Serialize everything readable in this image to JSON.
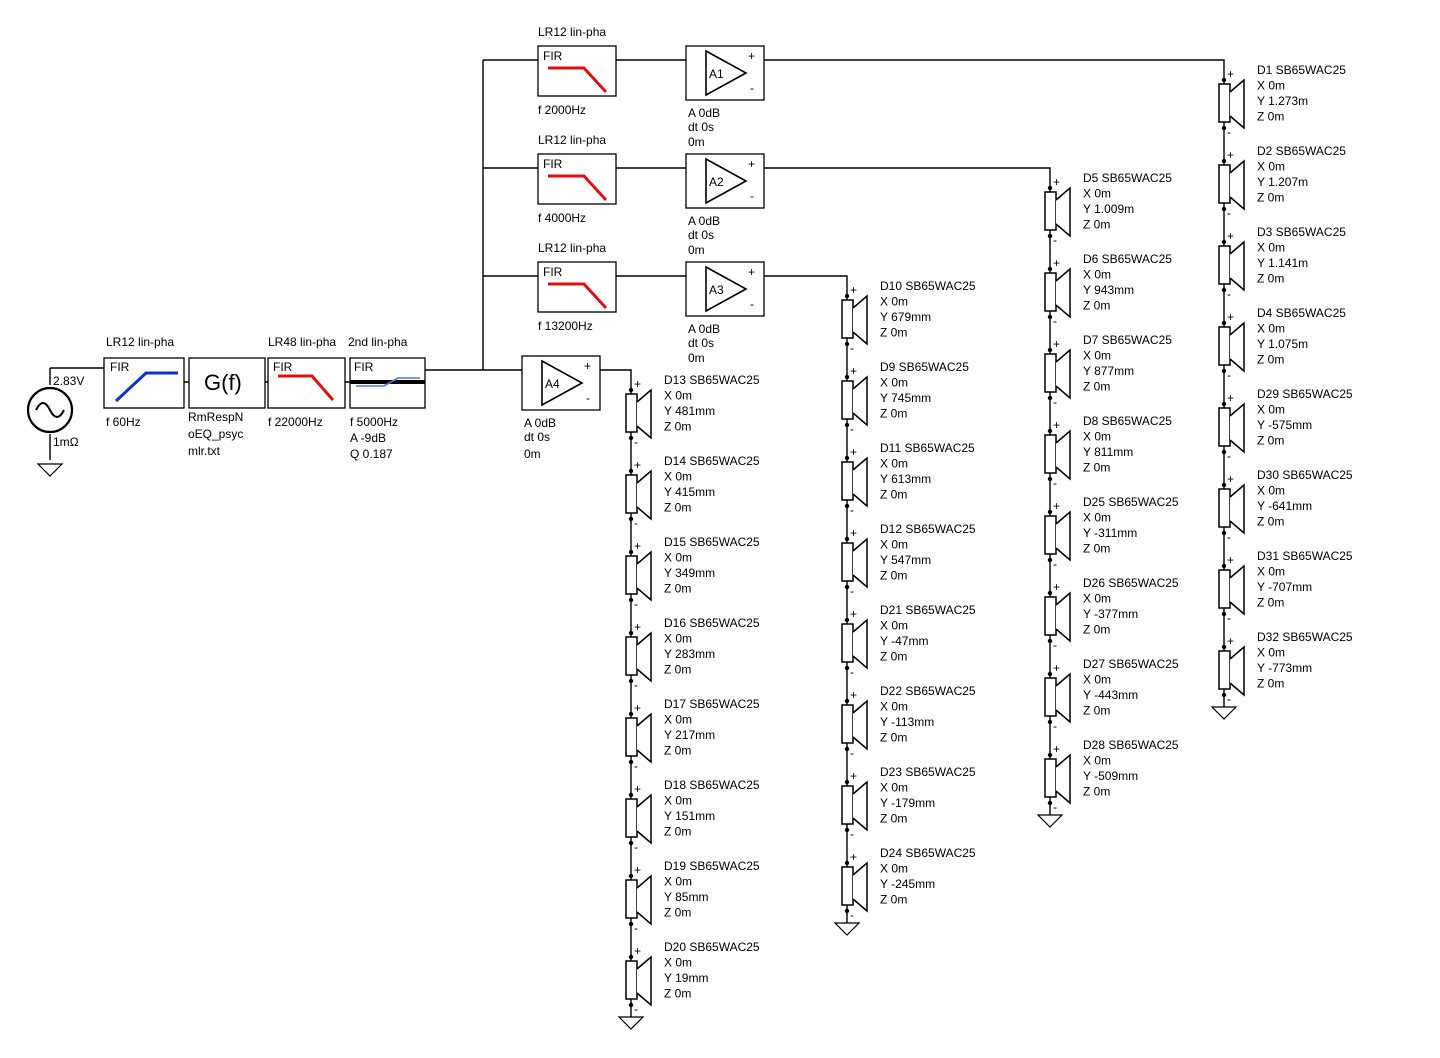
{
  "source": {
    "voltage": "2.83V",
    "resistance": "1mΩ"
  },
  "hp_filter": {
    "title": "LR12 lin-pha",
    "type": "FIR",
    "freq": "f   60Hz"
  },
  "eq_block": {
    "symbol": "G(f)",
    "file": [
      "RmRespN",
      "oEQ_psyc",
      "mlr.txt"
    ]
  },
  "lp_filter_main": {
    "title": "LR48 lin-pha",
    "type": "FIR",
    "freq": "f   22000Hz"
  },
  "shelf_filter": {
    "title": "2nd lin-pha",
    "type": "FIR",
    "params": [
      "f   5000Hz",
      "A   -9dB",
      "Q  0.187"
    ]
  },
  "branch_filters": [
    {
      "title": "LR12 lin-pha",
      "type": "FIR",
      "freq": "f   2000Hz"
    },
    {
      "title": "LR12 lin-pha",
      "type": "FIR",
      "freq": "f   4000Hz"
    },
    {
      "title": "LR12 lin-pha",
      "type": "FIR",
      "freq": "f   13200Hz"
    }
  ],
  "amplifiers": [
    {
      "label": "A1",
      "params": [
        "A   0dB",
        "dt  0s",
        "       0m"
      ]
    },
    {
      "label": "A2",
      "params": [
        "A   0dB",
        "dt  0s",
        "       0m"
      ]
    },
    {
      "label": "A3",
      "params": [
        "A   0dB",
        "dt  0s",
        "       0m"
      ]
    },
    {
      "label": "A4",
      "params": [
        "A   0dB",
        "dt  0s",
        "       0m"
      ]
    }
  ],
  "columns": [
    {
      "drivers": [
        {
          "name": "D13 SB65WAC25",
          "x": "X 0m",
          "y": "Y 481mm",
          "z": "Z 0m"
        },
        {
          "name": "D14 SB65WAC25",
          "x": "X 0m",
          "y": "Y 415mm",
          "z": "Z 0m"
        },
        {
          "name": "D15 SB65WAC25",
          "x": "X 0m",
          "y": "Y 349mm",
          "z": "Z 0m"
        },
        {
          "name": "D16 SB65WAC25",
          "x": "X 0m",
          "y": "Y 283mm",
          "z": "Z 0m"
        },
        {
          "name": "D17 SB65WAC25",
          "x": "X 0m",
          "y": "Y 217mm",
          "z": "Z 0m"
        },
        {
          "name": "D18 SB65WAC25",
          "x": "X 0m",
          "y": "Y 151mm",
          "z": "Z 0m"
        },
        {
          "name": "D19 SB65WAC25",
          "x": "X 0m",
          "y": "Y 85mm",
          "z": "Z 0m"
        },
        {
          "name": "D20 SB65WAC25",
          "x": "X 0m",
          "y": "Y 19mm",
          "z": "Z 0m"
        }
      ]
    },
    {
      "drivers": [
        {
          "name": "D10 SB65WAC25",
          "x": "X 0m",
          "y": "Y 679mm",
          "z": "Z 0m"
        },
        {
          "name": "D9 SB65WAC25",
          "x": "X 0m",
          "y": "Y 745mm",
          "z": "Z 0m"
        },
        {
          "name": "D11 SB65WAC25",
          "x": "X 0m",
          "y": "Y 613mm",
          "z": "Z 0m"
        },
        {
          "name": "D12 SB65WAC25",
          "x": "X 0m",
          "y": "Y 547mm",
          "z": "Z 0m"
        },
        {
          "name": "D21 SB65WAC25",
          "x": "X 0m",
          "y": "Y -47mm",
          "z": "Z 0m"
        },
        {
          "name": "D22 SB65WAC25",
          "x": "X 0m",
          "y": "Y -113mm",
          "z": "Z 0m"
        },
        {
          "name": "D23 SB65WAC25",
          "x": "X 0m",
          "y": "Y -179mm",
          "z": "Z 0m"
        },
        {
          "name": "D24 SB65WAC25",
          "x": "X 0m",
          "y": "Y -245mm",
          "z": "Z 0m"
        }
      ]
    },
    {
      "drivers": [
        {
          "name": "D5 SB65WAC25",
          "x": "X 0m",
          "y": "Y 1.009m",
          "z": "Z 0m"
        },
        {
          "name": "D6 SB65WAC25",
          "x": "X 0m",
          "y": "Y 943mm",
          "z": "Z 0m"
        },
        {
          "name": "D7 SB65WAC25",
          "x": "X 0m",
          "y": "Y 877mm",
          "z": "Z 0m"
        },
        {
          "name": "D8 SB65WAC25",
          "x": "X 0m",
          "y": "Y 811mm",
          "z": "Z 0m"
        },
        {
          "name": "D25 SB65WAC25",
          "x": "X 0m",
          "y": "Y -311mm",
          "z": "Z 0m"
        },
        {
          "name": "D26 SB65WAC25",
          "x": "X 0m",
          "y": "Y -377mm",
          "z": "Z 0m"
        },
        {
          "name": "D27 SB65WAC25",
          "x": "X 0m",
          "y": "Y -443mm",
          "z": "Z 0m"
        },
        {
          "name": "D28 SB65WAC25",
          "x": "X 0m",
          "y": "Y -509mm",
          "z": "Z 0m"
        }
      ]
    },
    {
      "drivers": [
        {
          "name": "D1 SB65WAC25",
          "x": "X 0m",
          "y": "Y 1.273m",
          "z": "Z 0m"
        },
        {
          "name": "D2 SB65WAC25",
          "x": "X 0m",
          "y": "Y 1.207m",
          "z": "Z 0m"
        },
        {
          "name": "D3 SB65WAC25",
          "x": "X 0m",
          "y": "Y 1.141m",
          "z": "Z 0m"
        },
        {
          "name": "D4 SB65WAC25",
          "x": "X 0m",
          "y": "Y 1.075m",
          "z": "Z 0m"
        },
        {
          "name": "D29 SB65WAC25",
          "x": "X 0m",
          "y": "Y -575mm",
          "z": "Z 0m"
        },
        {
          "name": "D30 SB65WAC25",
          "x": "X 0m",
          "y": "Y -641mm",
          "z": "Z 0m"
        },
        {
          "name": "D31 SB65WAC25",
          "x": "X 0m",
          "y": "Y -707mm",
          "z": "Z 0m"
        },
        {
          "name": "D32 SB65WAC25",
          "x": "X 0m",
          "y": "Y -773mm",
          "z": "Z 0m"
        }
      ]
    }
  ],
  "colors": {
    "wire": "#000000",
    "lowpass_curve": "#e01010",
    "highpass_curve": "#1030d0",
    "shelf_curve": "#4a7ad8",
    "block_border": "#000000"
  }
}
